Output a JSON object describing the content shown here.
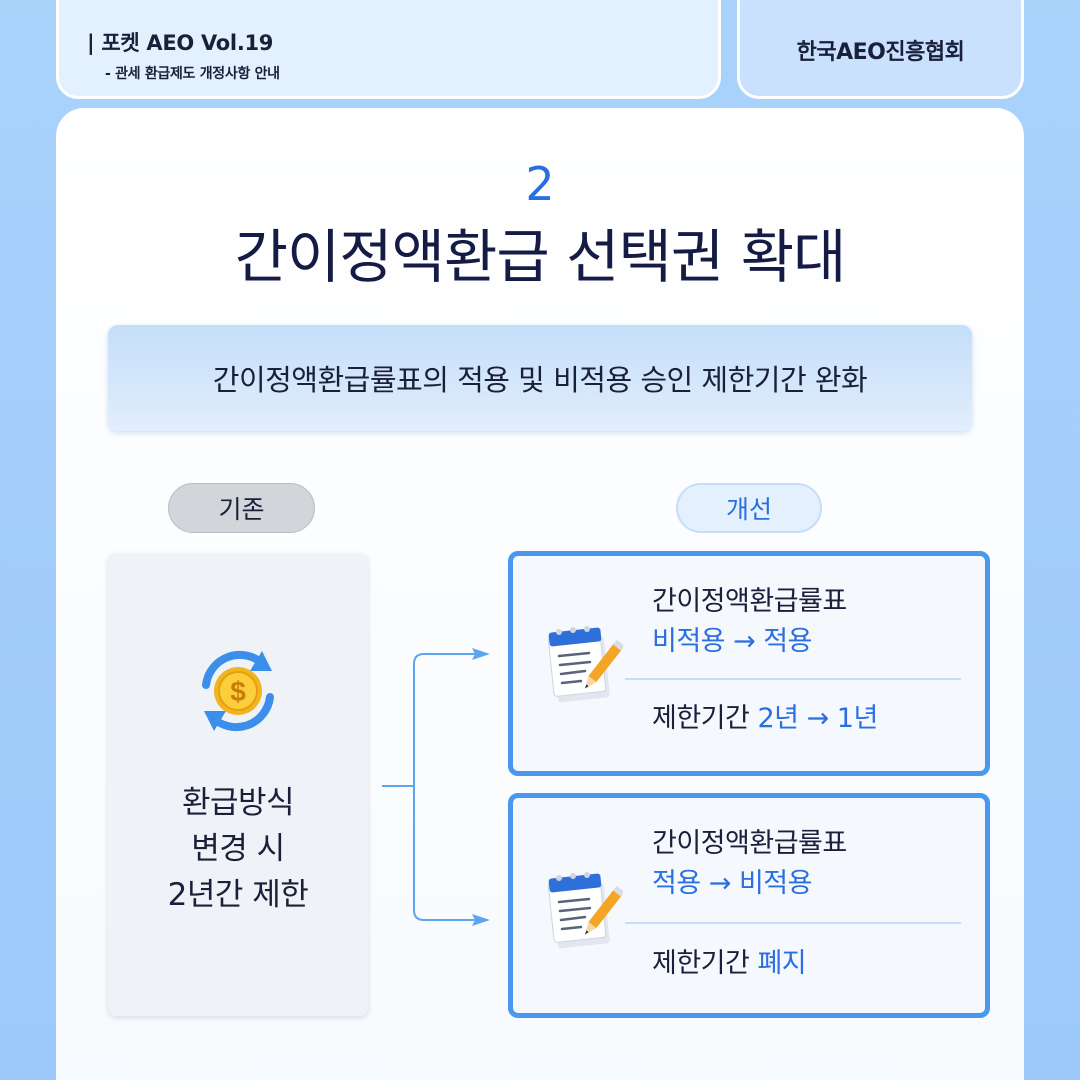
{
  "header": {
    "series": "| 포켓 AEO Vol.19",
    "subtitle": "- 관세 환급제도 개정사항 안내",
    "organization": "한국AEO진흥협회"
  },
  "section": {
    "number": "2",
    "title": "간이정액환급 선택권 확대",
    "banner": "간이정액환급률표의 적용 및 비적용 승인 제한기간 완화"
  },
  "before": {
    "tag": "기존",
    "icon": "coin-refresh-icon",
    "lines": [
      "환급방식",
      "변경 시",
      "2년간 제한"
    ]
  },
  "after": {
    "tag": "개선",
    "items": [
      {
        "icon": "notepad-pencil-icon",
        "rate_label": "간이정액환급률표",
        "rate_change": "비적용 → 적용",
        "limit_label": "제한기간",
        "limit_change": "2년 → 1년"
      },
      {
        "icon": "notepad-pencil-icon",
        "rate_label": "간이정액환급률표",
        "rate_change": "적용 → 비적용",
        "limit_label": "제한기간",
        "limit_change": "폐지"
      }
    ]
  },
  "colors": {
    "accent": "#2a6ee0",
    "box_border": "#4a97ef",
    "background": "#a9d2fb"
  }
}
